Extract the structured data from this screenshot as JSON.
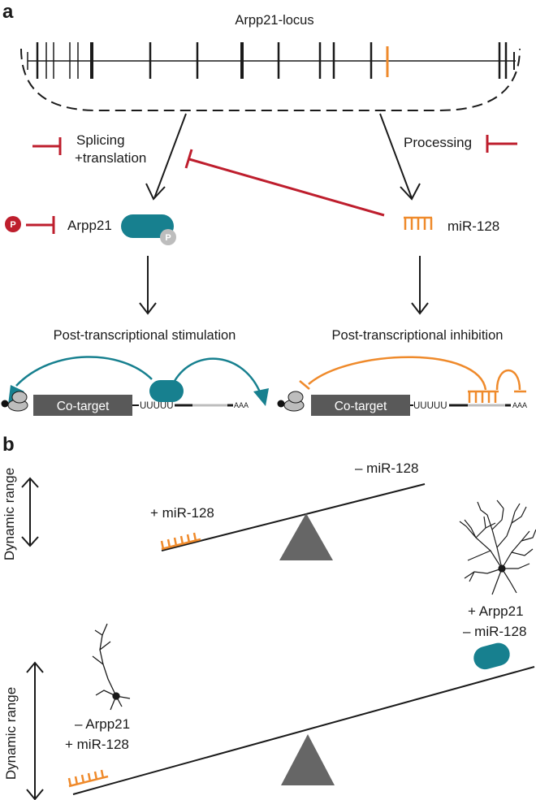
{
  "panels": {
    "a": "a",
    "b": "b"
  },
  "colors": {
    "teal": "#17808f",
    "orange": "#ef8a2b",
    "red": "#be1e2d",
    "grey": "#666666",
    "light_grey": "#bdbdbd",
    "black": "#1a1a1a"
  },
  "panel_a": {
    "locus_label": "Arpp21-locus",
    "left_branch_label_1": "Splicing",
    "left_branch_label_2": "+translation",
    "right_branch_label": "Processing",
    "phospho_symbol": "P",
    "protein_label": "Arpp21",
    "mirna_label": "miR-128",
    "left_title": "Post-transcriptional stimulation",
    "right_title": "Post-transcriptional inhibition",
    "cotarget_label": "Co-target",
    "utr_label": "UUUUU",
    "polya_label": "AAA"
  },
  "panel_b": {
    "dynamic_range_label": "Dynamic range",
    "top_left_label": "+ miR-128",
    "top_right_label": "– miR-128",
    "bottom_right_label_1": "+ Arpp21",
    "bottom_right_label_2": "– miR-128",
    "bottom_left_label_1": "– Arpp21",
    "bottom_left_label_2": "+ miR-128"
  }
}
